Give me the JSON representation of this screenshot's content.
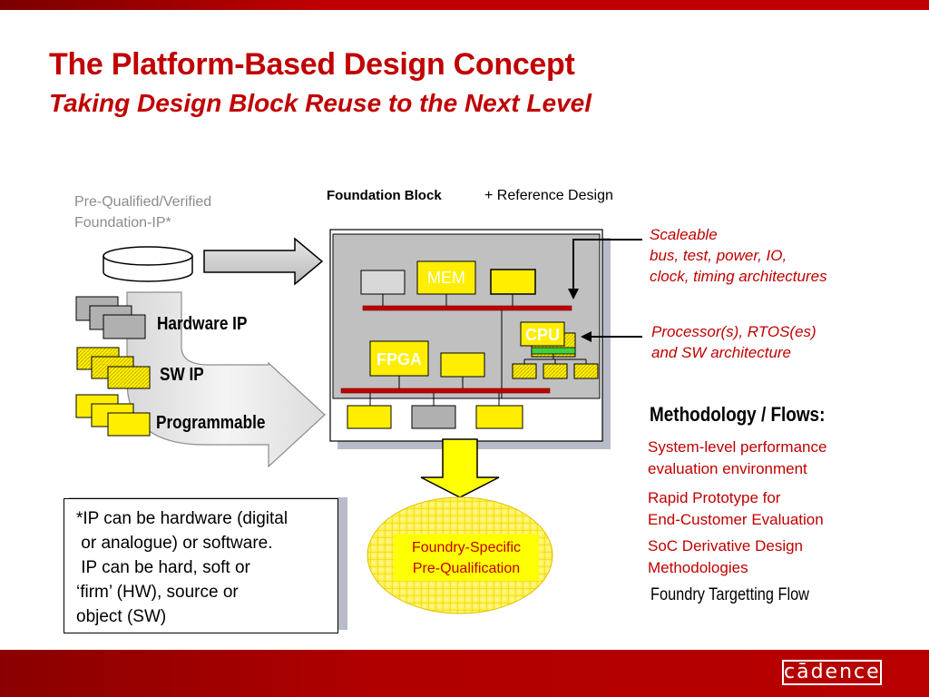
{
  "title": "The Platform-Based Design Concept",
  "subtitle": "Taking Design Block Reuse to the Next Level",
  "left": {
    "prequal_line1": "Pre-Qualified/Verified",
    "prequal_line2": "Foundation-IP*",
    "categories": [
      "Hardware IP",
      "SW IP",
      "Programmable"
    ]
  },
  "center": {
    "foundation_block": "Foundation Block",
    "reference": "+ Reference Design",
    "block_labels": {
      "mem": "MEM",
      "cpu": "CPU",
      "fpga": "FPGA"
    },
    "foundry_line1": "Foundry-Specific",
    "foundry_line2": "Pre-Qualification"
  },
  "right": {
    "scaleable": "Scaleable",
    "scaleable_l2": "bus, test, power, IO,",
    "scaleable_l3": "clock, timing architectures",
    "processor_l1": "Processor(s), RTOS(es)",
    "processor_l2": "and SW architecture",
    "methodology_heading": "Methodology / Flows:",
    "flows": [
      [
        "System-level performance",
        "evaluation environment"
      ],
      [
        "Rapid Prototype for",
        "End-Customer Evaluation"
      ],
      [
        "SoC Derivative Design",
        "Methodologies"
      ]
    ],
    "foundry_flow": "Foundry Targetting Flow"
  },
  "footnote": "*IP can be hardware (digital\n or analogue) or software.\n IP can be hard, soft or\n‘firm’ (HW), source or\nobject (SW)",
  "logo": "cādence",
  "colors": {
    "accent_red": "#c00000",
    "yellow": "#ffee00",
    "gray_block": "#b0b0b0",
    "bus_red": "#c00000"
  }
}
